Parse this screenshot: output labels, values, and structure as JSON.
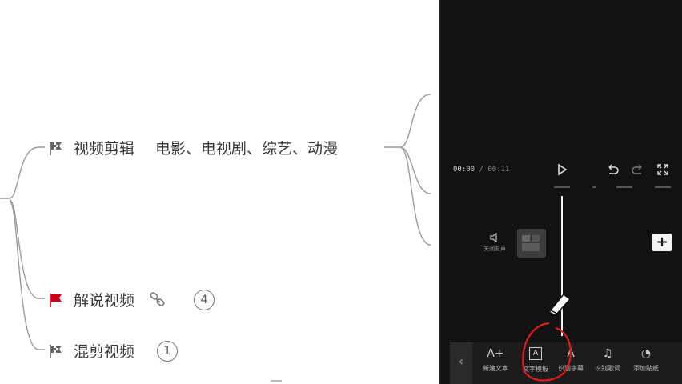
{
  "mindmap": {
    "video_edit": {
      "label": "视频剪辑",
      "detail": "电影、电视剧、综艺、动漫"
    },
    "commentary": {
      "label": "解说视频",
      "count": "4"
    },
    "mashup": {
      "label": "混剪视频",
      "count": "1"
    }
  },
  "editor": {
    "current_time": "00:00",
    "total_time": "/ 00:11",
    "audio_label": "关闭原声",
    "tools": [
      {
        "label": "新建文本",
        "icon": "A+"
      },
      {
        "label": "文字模板",
        "icon": "A"
      },
      {
        "label": "识别字幕",
        "icon": "A"
      },
      {
        "label": "识别歌词",
        "icon": "♫"
      },
      {
        "label": "添加贴纸",
        "icon": "◔"
      }
    ]
  },
  "colors": {
    "flag_red": "#d0021b",
    "flag_gray": "#666666",
    "annotation": "#e01b1b"
  }
}
